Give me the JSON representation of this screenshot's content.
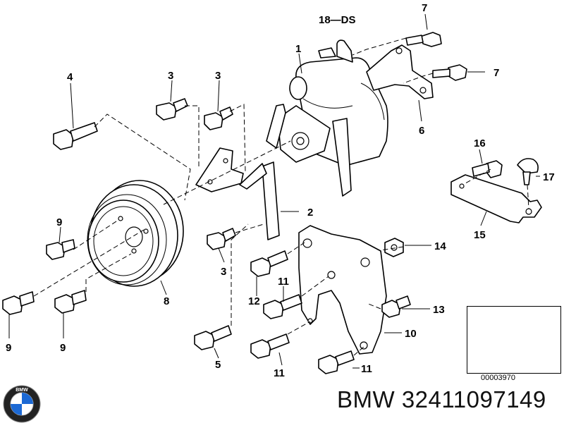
{
  "diagram": {
    "group_code": "18—DS",
    "callouts": {
      "c1": "1",
      "c2": "2",
      "c3a": "3",
      "c3b": "3",
      "c3c": "3",
      "c4": "4",
      "c5": "5",
      "c6": "6",
      "c7a": "7",
      "c7b": "7",
      "c8": "8",
      "c9a": "9",
      "c9b": "9",
      "c9c": "9",
      "c10": "10",
      "c11a": "11",
      "c11b": "11",
      "c11c": "11",
      "c12": "12",
      "c13": "13",
      "c14": "14",
      "c15": "15",
      "c16": "16",
      "c17": "17"
    },
    "inset_code": "00003970"
  },
  "footer": {
    "part_number": "BMW 32411097149",
    "logo_letters": "BMW"
  },
  "colors": {
    "ink": "#000000",
    "logo_blue": "#1c69d4",
    "logo_ring": "#222222"
  }
}
